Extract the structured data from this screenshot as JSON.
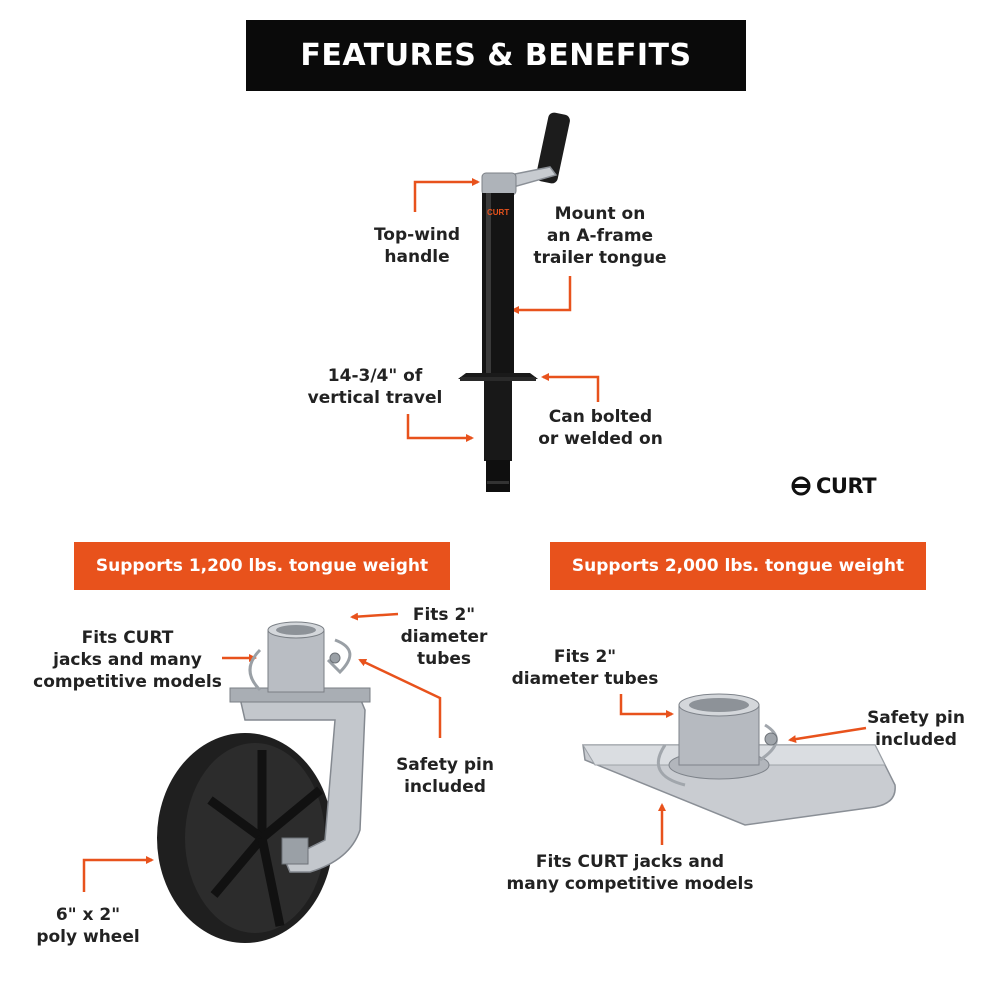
{
  "banner": {
    "title": "FEATURES & BENEFITS"
  },
  "jack": {
    "labels": {
      "top_wind_line1": "Top-wind",
      "top_wind_line2": "handle",
      "mount_line1": "Mount on",
      "mount_line2": "an A-frame",
      "mount_line3": "trailer tongue",
      "travel_line1": "14-3/4\" of",
      "travel_line2": "vertical travel",
      "bolted_line1": "Can bolted",
      "bolted_line2": "or welded on"
    },
    "tube_brand": "CURT"
  },
  "brand": {
    "name": "CURT"
  },
  "wheel_panel": {
    "bar_label": "Supports 1,200 lbs. tongue weight",
    "labels": {
      "fits_jacks_line1": "Fits CURT",
      "fits_jacks_line2": "jacks and many",
      "fits_jacks_line3": "competitive models",
      "fits_tubes_line1": "Fits 2\"",
      "fits_tubes_line2": "diameter",
      "fits_tubes_line3": "tubes",
      "safety_line1": "Safety pin",
      "safety_line2": "included",
      "wheel_line1": "6\" x 2\"",
      "wheel_line2": "poly wheel"
    }
  },
  "pad_panel": {
    "bar_label": "Supports 2,000 lbs. tongue weight",
    "labels": {
      "fits_tubes_line1": "Fits 2\"",
      "fits_tubes_line2": "diameter tubes",
      "safety_line1": "Safety pin",
      "safety_line2": "included",
      "fits_jacks_line1": "Fits CURT jacks and",
      "fits_jacks_line2": "many competitive models"
    }
  },
  "colors": {
    "accent": "#e8521c",
    "banner_bg": "#0a0a0a",
    "steel": "#b8bcc2"
  },
  "icons": [
    "arrow-icon",
    "curt-logo-icon"
  ]
}
